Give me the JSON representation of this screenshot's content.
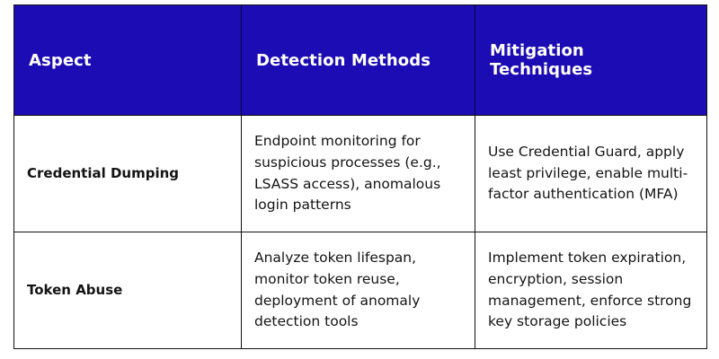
{
  "table": {
    "columns": [
      {
        "key": "aspect",
        "label": "Aspect"
      },
      {
        "key": "detection",
        "label": "Detection Methods"
      },
      {
        "key": "mitigation",
        "label": "Mitigation Techniques"
      }
    ],
    "rows": [
      {
        "aspect": "Credential Dumping",
        "detection": "Endpoint monitoring for suspicious processes (e.g., LSASS access), anomalous login patterns",
        "mitigation": "Use Credential Guard, apply least privilege, enable multi-factor authentication (MFA)"
      },
      {
        "aspect": "Token Abuse",
        "detection": "Analyze token lifespan, monitor token reuse, deployment of anomaly detection tools",
        "mitigation": "Implement token expiration, encryption, session management, enforce strong key storage policies"
      }
    ],
    "colors": {
      "header_background": "#1C0CB3",
      "header_text": "#FFFFFF",
      "border": "#111111",
      "body_text": "#141414",
      "page_background": "#FFFFFF"
    }
  }
}
